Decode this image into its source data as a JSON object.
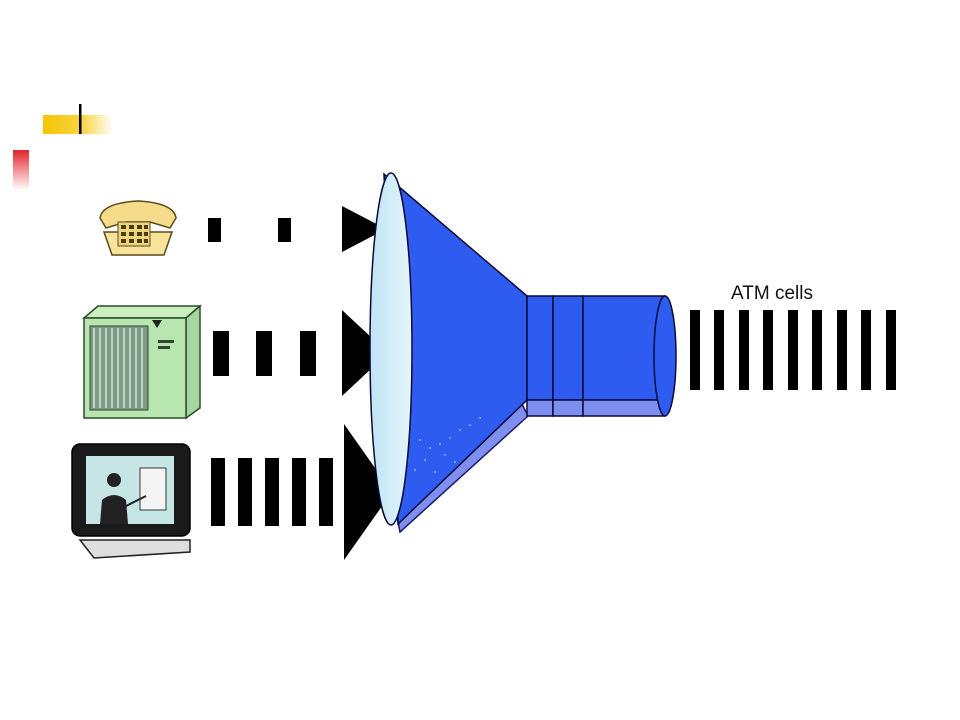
{
  "diagram": {
    "output_label": "ATM cells",
    "sources": [
      {
        "name": "telephone",
        "icon": "telephone-icon"
      },
      {
        "name": "computer",
        "icon": "computer-server-icon"
      },
      {
        "name": "video",
        "icon": "video-monitor-icon"
      }
    ],
    "colors": {
      "funnel": "#2f5cf0",
      "funnel_light": "#d6f0f8",
      "funnel_shadow": "#7f8ff0",
      "cells": "#000000",
      "accent": "#f5c400",
      "accent_red": "#e2232a"
    }
  }
}
